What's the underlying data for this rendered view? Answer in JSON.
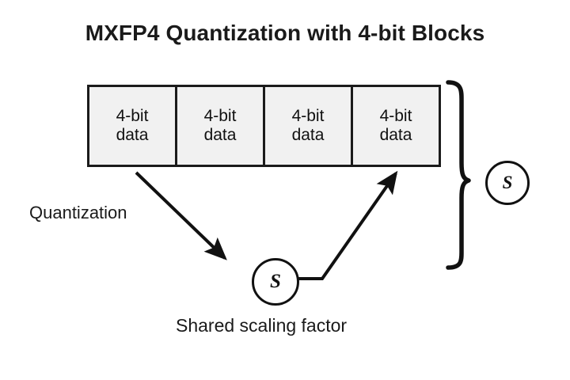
{
  "diagram": {
    "title": "MXFP4 Quantization with 4-bit Blocks",
    "background_color": "#ffffff",
    "stroke_color": "#111111",
    "block_fill_color": "#f1f1f1",
    "blocks": [
      {
        "line1": "4-bit",
        "line2": "data"
      },
      {
        "line1": "4-bit",
        "line2": "data"
      },
      {
        "line1": "4-bit",
        "line2": "data"
      },
      {
        "line1": "4-bit",
        "line2": "data"
      }
    ],
    "scale_symbol_right": "S",
    "scale_symbol_lower": "S",
    "labels": {
      "quantization": "Quantization",
      "shared_scaling_factor": "Shared scaling factor"
    }
  }
}
